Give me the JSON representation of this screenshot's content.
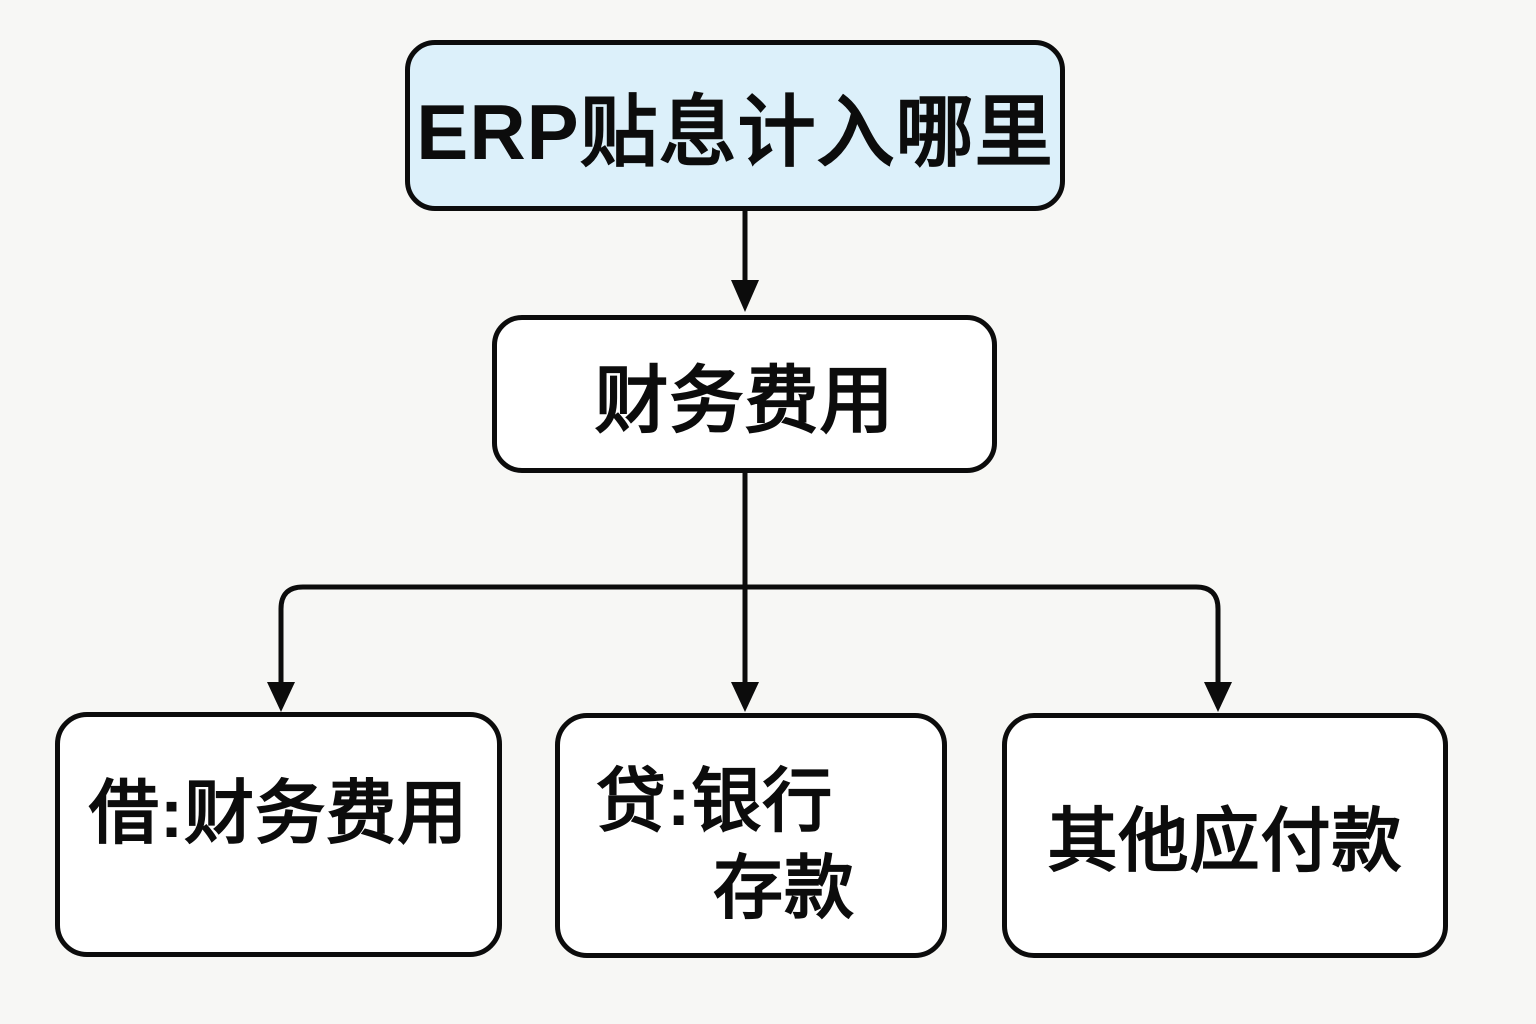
{
  "diagram": {
    "title_node": {
      "label": "ERP贴息计入哪里",
      "fill_color": "#dcf0fa"
    },
    "level2_node": {
      "label": "财务费用",
      "fill_color": "#ffffff"
    },
    "leaf_nodes": {
      "debit": {
        "label": "借:财务费用"
      },
      "credit": {
        "label_line1": "贷:银行",
        "label_line2": "存款"
      },
      "other": {
        "label": "其他应付款"
      }
    },
    "style": {
      "background_color": "#f7f7f5",
      "line_color": "#0c0c0c",
      "text_color": "#0c0c0c"
    }
  }
}
